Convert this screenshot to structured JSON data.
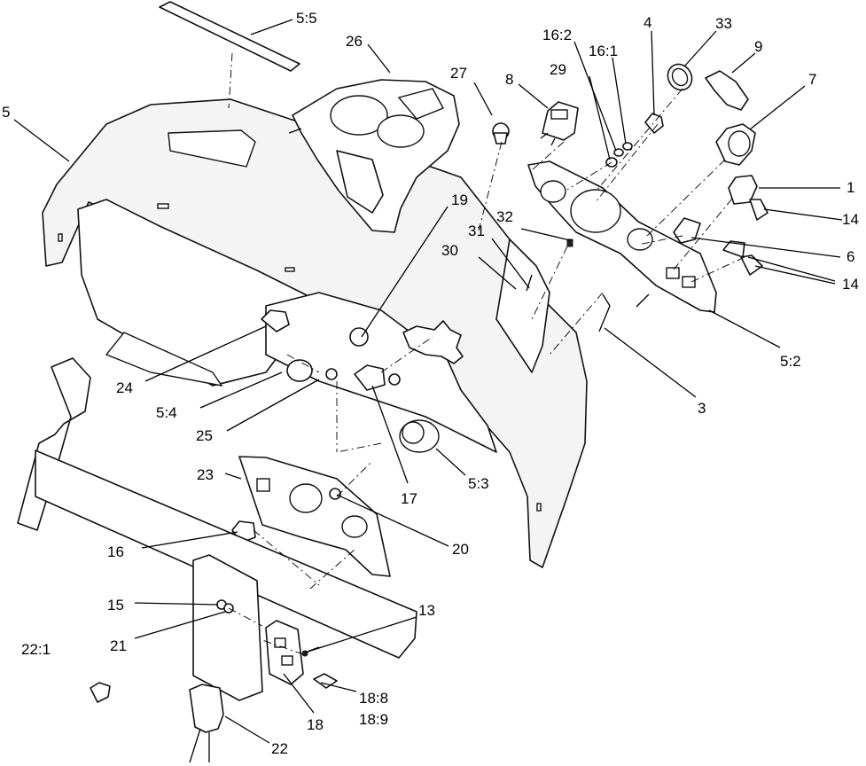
{
  "callouts": [
    {
      "id": "c-5-5",
      "text": "5:5"
    },
    {
      "id": "c-26",
      "text": "26"
    },
    {
      "id": "c-27",
      "text": "27"
    },
    {
      "id": "c-8",
      "text": "8"
    },
    {
      "id": "c-16-2",
      "text": "16:2"
    },
    {
      "id": "c-29",
      "text": "29"
    },
    {
      "id": "c-16-1",
      "text": "16:1"
    },
    {
      "id": "c-4",
      "text": "4"
    },
    {
      "id": "c-33",
      "text": "33"
    },
    {
      "id": "c-9",
      "text": "9"
    },
    {
      "id": "c-7",
      "text": "7"
    },
    {
      "id": "c-5",
      "text": "5"
    },
    {
      "id": "c-1",
      "text": "1"
    },
    {
      "id": "c-14a",
      "text": "14"
    },
    {
      "id": "c-19",
      "text": "19"
    },
    {
      "id": "c-32",
      "text": "32"
    },
    {
      "id": "c-31",
      "text": "31"
    },
    {
      "id": "c-30",
      "text": "30"
    },
    {
      "id": "c-6",
      "text": "6"
    },
    {
      "id": "c-14b",
      "text": "14"
    },
    {
      "id": "c-5-2",
      "text": "5:2"
    },
    {
      "id": "c-24",
      "text": "24"
    },
    {
      "id": "c-3",
      "text": "3"
    },
    {
      "id": "c-5-4",
      "text": "5:4"
    },
    {
      "id": "c-25",
      "text": "25"
    },
    {
      "id": "c-5-3",
      "text": "5:3"
    },
    {
      "id": "c-17",
      "text": "17"
    },
    {
      "id": "c-23",
      "text": "23"
    },
    {
      "id": "c-16",
      "text": "16"
    },
    {
      "id": "c-20",
      "text": "20"
    },
    {
      "id": "c-15",
      "text": "15"
    },
    {
      "id": "c-13",
      "text": "13"
    },
    {
      "id": "c-21",
      "text": "21"
    },
    {
      "id": "c-22-1",
      "text": "22:1"
    },
    {
      "id": "c-18-8",
      "text": "18:8"
    },
    {
      "id": "c-18-9",
      "text": "18:9"
    },
    {
      "id": "c-18",
      "text": "18"
    },
    {
      "id": "c-22",
      "text": "22"
    }
  ]
}
